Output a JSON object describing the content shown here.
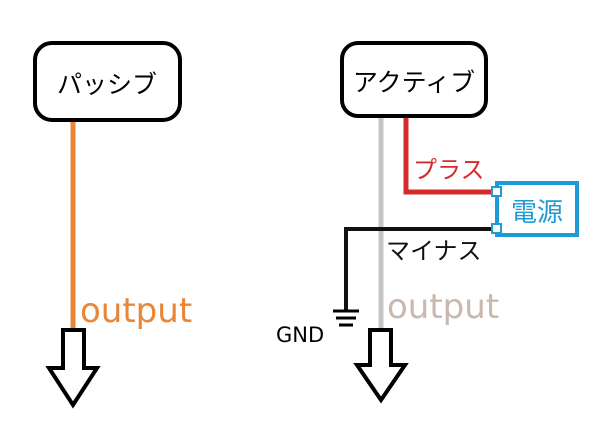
{
  "passive": {
    "box_label": "パッシブ",
    "output_label": "output",
    "output_color": "#E8873A"
  },
  "active": {
    "box_label": "アクティブ",
    "plus_label": "プラス",
    "plus_color": "#D62B2B",
    "minus_label": "マイナス",
    "minus_color": "#111111",
    "power_label": "電源",
    "power_color": "#1E9BD7",
    "output_label": "output",
    "output_wire_color": "#C4C4C4",
    "output_text_color": "#C9B8AE",
    "gnd_label": "GND"
  }
}
